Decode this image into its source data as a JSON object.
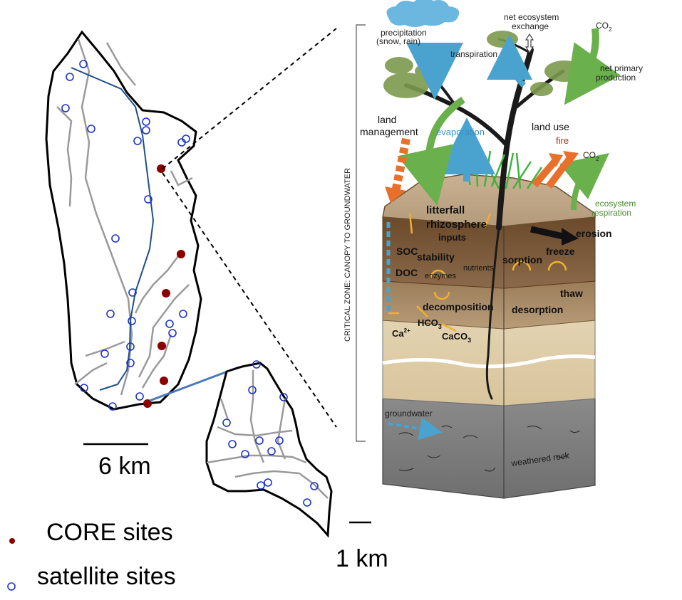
{
  "legend": {
    "core_label": "CORE sites",
    "satellite_label": "satellite sites",
    "core_color": "#8b0000",
    "satellite_color": "#1a33cc"
  },
  "scalebars": {
    "main": "6 km",
    "inset": "1 km"
  },
  "profile": {
    "side_label": "CRITICAL ZONE: CANOPY TO GROUNDWATER",
    "precipitation": "precipitation",
    "precipitation_sub": "(snow, rain)",
    "net_ecosystem": "net ecosystem",
    "exchange": "exchange",
    "co2_top": "CO",
    "co2_top_sub": "2",
    "transpiration": "transpiration",
    "net_primary": "net primary",
    "production": "production",
    "land": "land",
    "management": "management",
    "evaporation": "evaporation",
    "land_use": "land use",
    "fire": "fire",
    "co2_right": "CO",
    "co2_right_sub": "2",
    "ecosystem": "ecosystem",
    "respiration": "respiration",
    "litterfall": "litterfall",
    "rhizosphere": "rhizosphere",
    "inputs": "inputs",
    "erosion": "erosion",
    "soc": "SOC",
    "stability": "stability",
    "nutrients": "nutrients",
    "doc": "DOC",
    "enzymes": "enzymes",
    "sorption": "sorption",
    "freeze": "freeze",
    "thaw": "thaw",
    "decomposition": "decomposition",
    "desorption": "desorption",
    "hco3": "HCO",
    "hco3_sub": "3",
    "ca": "Ca",
    "ca_sup": "2+",
    "caco3": "CaCO",
    "caco3_sub": "3",
    "groundwater": "groundwater",
    "weathered_rock": "weathered rock"
  }
}
